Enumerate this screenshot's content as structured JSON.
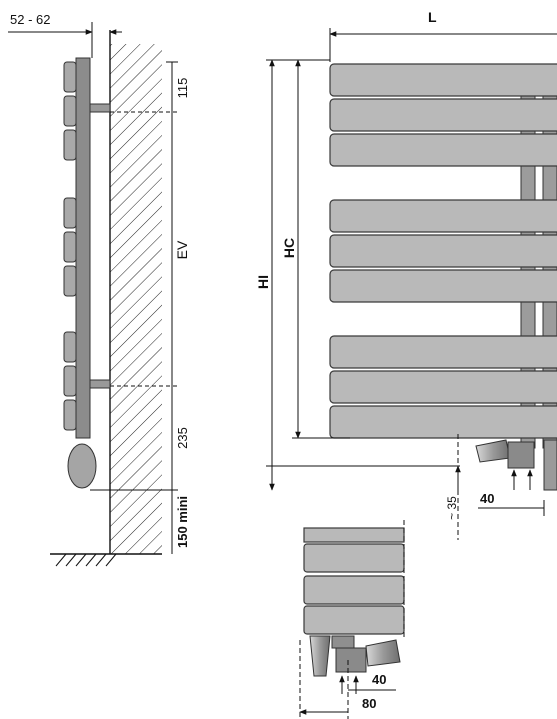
{
  "side_view": {
    "depth_range": "52 - 62",
    "dim_top": "115",
    "dim_spacing": "EV",
    "dim_bottom": "235",
    "dim_floor": "150 mini"
  },
  "front_view": {
    "dim_width": "L",
    "dim_overall_height": "HI",
    "dim_collector_height": "HC",
    "dim_below": "~ 35",
    "dim_valve": "40"
  },
  "detail_view": {
    "dim_a": "40",
    "dim_b": "80"
  },
  "colors": {
    "panel_fill": "#b9b9b9",
    "panel_stroke": "#3a3a3a",
    "line": "#111111"
  }
}
